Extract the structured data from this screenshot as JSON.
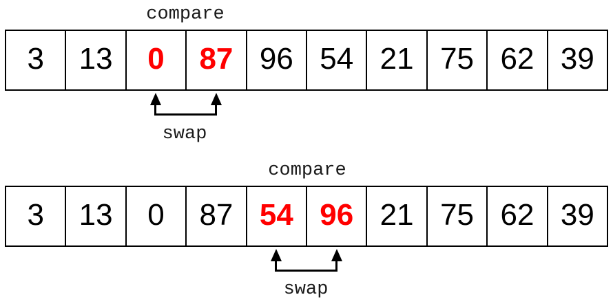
{
  "colors": {
    "highlight": "#ff0000",
    "number_text": "#000000",
    "line": "#000000",
    "label_text": "#1a1a1a",
    "background": "#ffffff"
  },
  "steps": [
    {
      "compare_label": "compare",
      "swap_label": "swap",
      "compare_indices": [
        2,
        3
      ],
      "swap_indices": [
        2,
        3
      ],
      "cells": [
        {
          "value": "3",
          "highlight": false
        },
        {
          "value": "13",
          "highlight": false
        },
        {
          "value": "0",
          "highlight": true
        },
        {
          "value": "87",
          "highlight": true
        },
        {
          "value": "96",
          "highlight": false
        },
        {
          "value": "54",
          "highlight": false
        },
        {
          "value": "21",
          "highlight": false
        },
        {
          "value": "75",
          "highlight": false
        },
        {
          "value": "62",
          "highlight": false
        },
        {
          "value": "39",
          "highlight": false
        }
      ]
    },
    {
      "compare_label": "compare",
      "swap_label": "swap",
      "compare_indices": [
        4,
        5
      ],
      "swap_indices": [
        4,
        5
      ],
      "cells": [
        {
          "value": "3",
          "highlight": false
        },
        {
          "value": "13",
          "highlight": false
        },
        {
          "value": "0",
          "highlight": false
        },
        {
          "value": "87",
          "highlight": false
        },
        {
          "value": "54",
          "highlight": true
        },
        {
          "value": "96",
          "highlight": true
        },
        {
          "value": "21",
          "highlight": false
        },
        {
          "value": "75",
          "highlight": false
        },
        {
          "value": "62",
          "highlight": false
        },
        {
          "value": "39",
          "highlight": false
        }
      ]
    }
  ]
}
